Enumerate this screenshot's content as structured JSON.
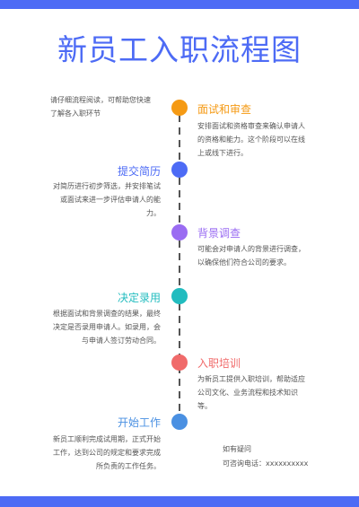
{
  "title": "新员工入职流程图",
  "intro": "请仔细流程阅读，可帮助您快速了解各入职环节",
  "steps": [
    {
      "title": "面试和审查",
      "desc": "安排面试和资格审查来确认申请人的资格和能力。这个阶段可以在线上或线下进行。",
      "color": "#f59a14",
      "side": "right"
    },
    {
      "title": "提交简历",
      "desc": "对简历进行初步筛选，并安排笔试或面试来进一步评估申请人的能力。",
      "color": "#4d6bf5",
      "side": "left"
    },
    {
      "title": "背景调查",
      "desc": "可能会对申请人的背景进行调查，以确保他们符合公司的要求。",
      "color": "#9a6cf2",
      "side": "right"
    },
    {
      "title": "决定录用",
      "desc": "根据面试和背景调查的结果，最终决定是否录用申请人。如录用，会与申请人签订劳动合同。",
      "color": "#22bcbf",
      "side": "left"
    },
    {
      "title": "入职培训",
      "desc": "为新员工提供入职培训，帮助适应公司文化、业务流程和技术知识等。",
      "color": "#f06a6a",
      "side": "right"
    },
    {
      "title": "开始工作",
      "desc": "新员工顺利完成试用期，正式开始工作，达到公司的规定和要求完成所负责的工作任务。",
      "color": "#4a90e2",
      "side": "left"
    }
  ],
  "contact": {
    "line1": "如有疑问",
    "line2": "可咨询电话：xxxxxxxxxx"
  }
}
